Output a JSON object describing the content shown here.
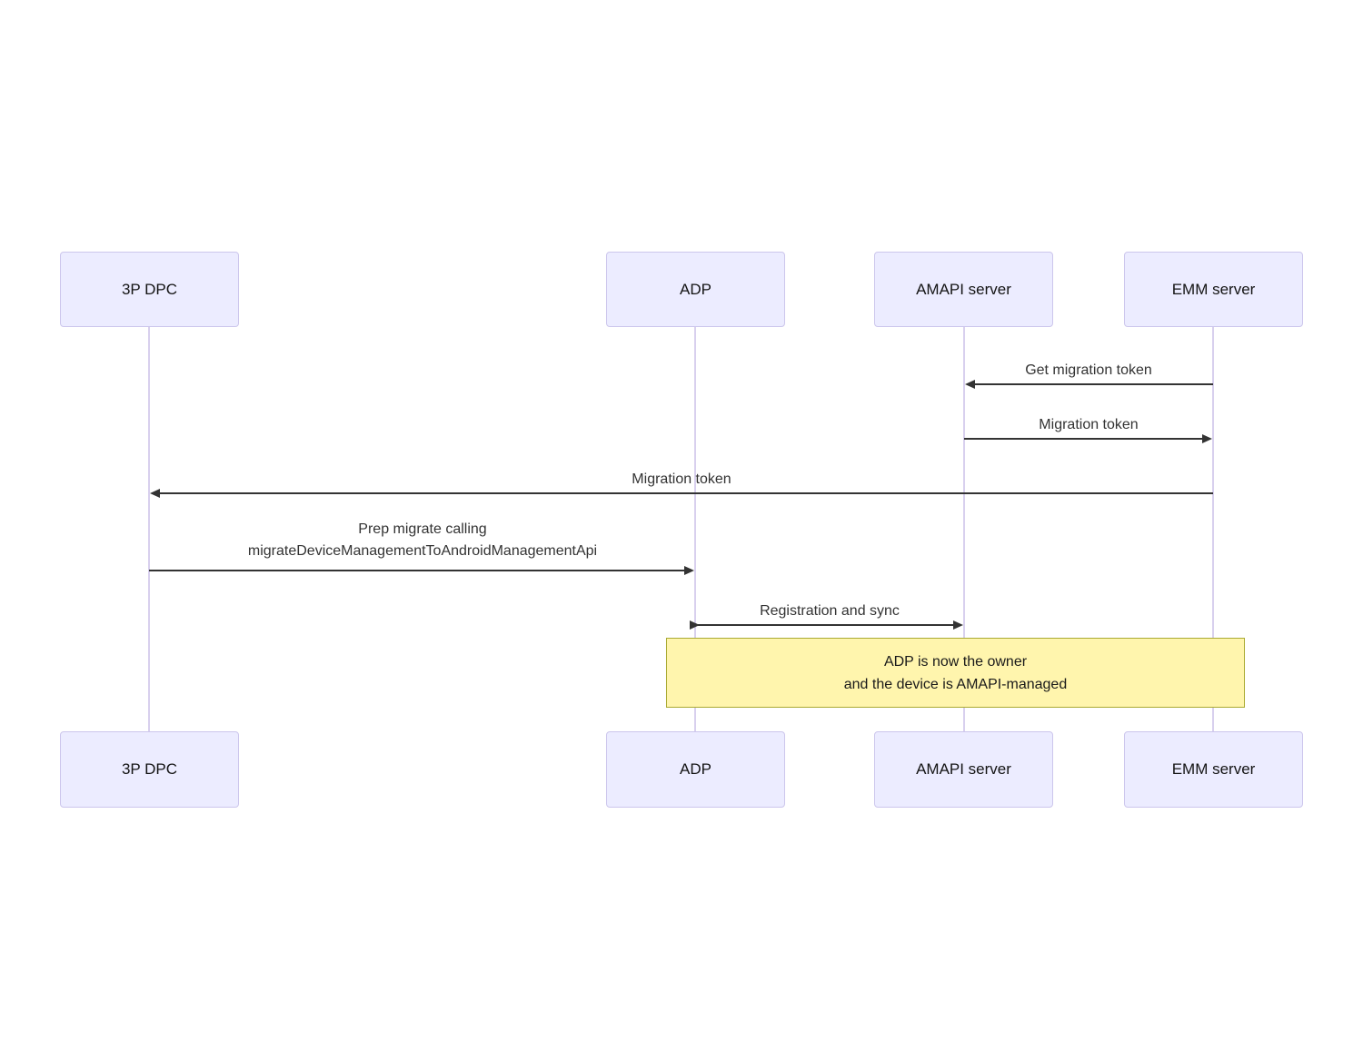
{
  "diagram": {
    "type": "sequence",
    "actors": [
      {
        "id": "3p-dpc",
        "label": "3P DPC"
      },
      {
        "id": "adp",
        "label": "ADP"
      },
      {
        "id": "amapi-server",
        "label": "AMAPI server"
      },
      {
        "id": "emm-server",
        "label": "EMM server"
      }
    ],
    "messages": [
      {
        "from": "emm-server",
        "to": "amapi-server",
        "label": "Get migration token",
        "arrow": "left"
      },
      {
        "from": "amapi-server",
        "to": "emm-server",
        "label": "Migration token",
        "arrow": "right"
      },
      {
        "from": "emm-server",
        "to": "3p-dpc",
        "label": "Migration token",
        "arrow": "left"
      },
      {
        "from": "3p-dpc",
        "to": "adp",
        "lines": [
          "Prep migrate calling",
          "migrateDeviceManagementToAndroidManagementApi"
        ],
        "arrow": "right"
      },
      {
        "from": "adp",
        "to": "amapi-server",
        "label": "Registration and sync",
        "arrow": "both"
      }
    ],
    "note": {
      "over": [
        "adp",
        "emm-server"
      ],
      "lines": [
        "ADP is now the owner",
        "and the device is AMAPI-managed"
      ]
    },
    "colors": {
      "background": "#FFFFFF",
      "actor_fill": "#ECECFF",
      "actor_border": "#CCC6EC",
      "lifeline": "#D8D0EE",
      "note_fill": "#FFF5AD",
      "note_border": "#AAAA33",
      "arrow": "#333333",
      "message_text": "#333333"
    }
  }
}
